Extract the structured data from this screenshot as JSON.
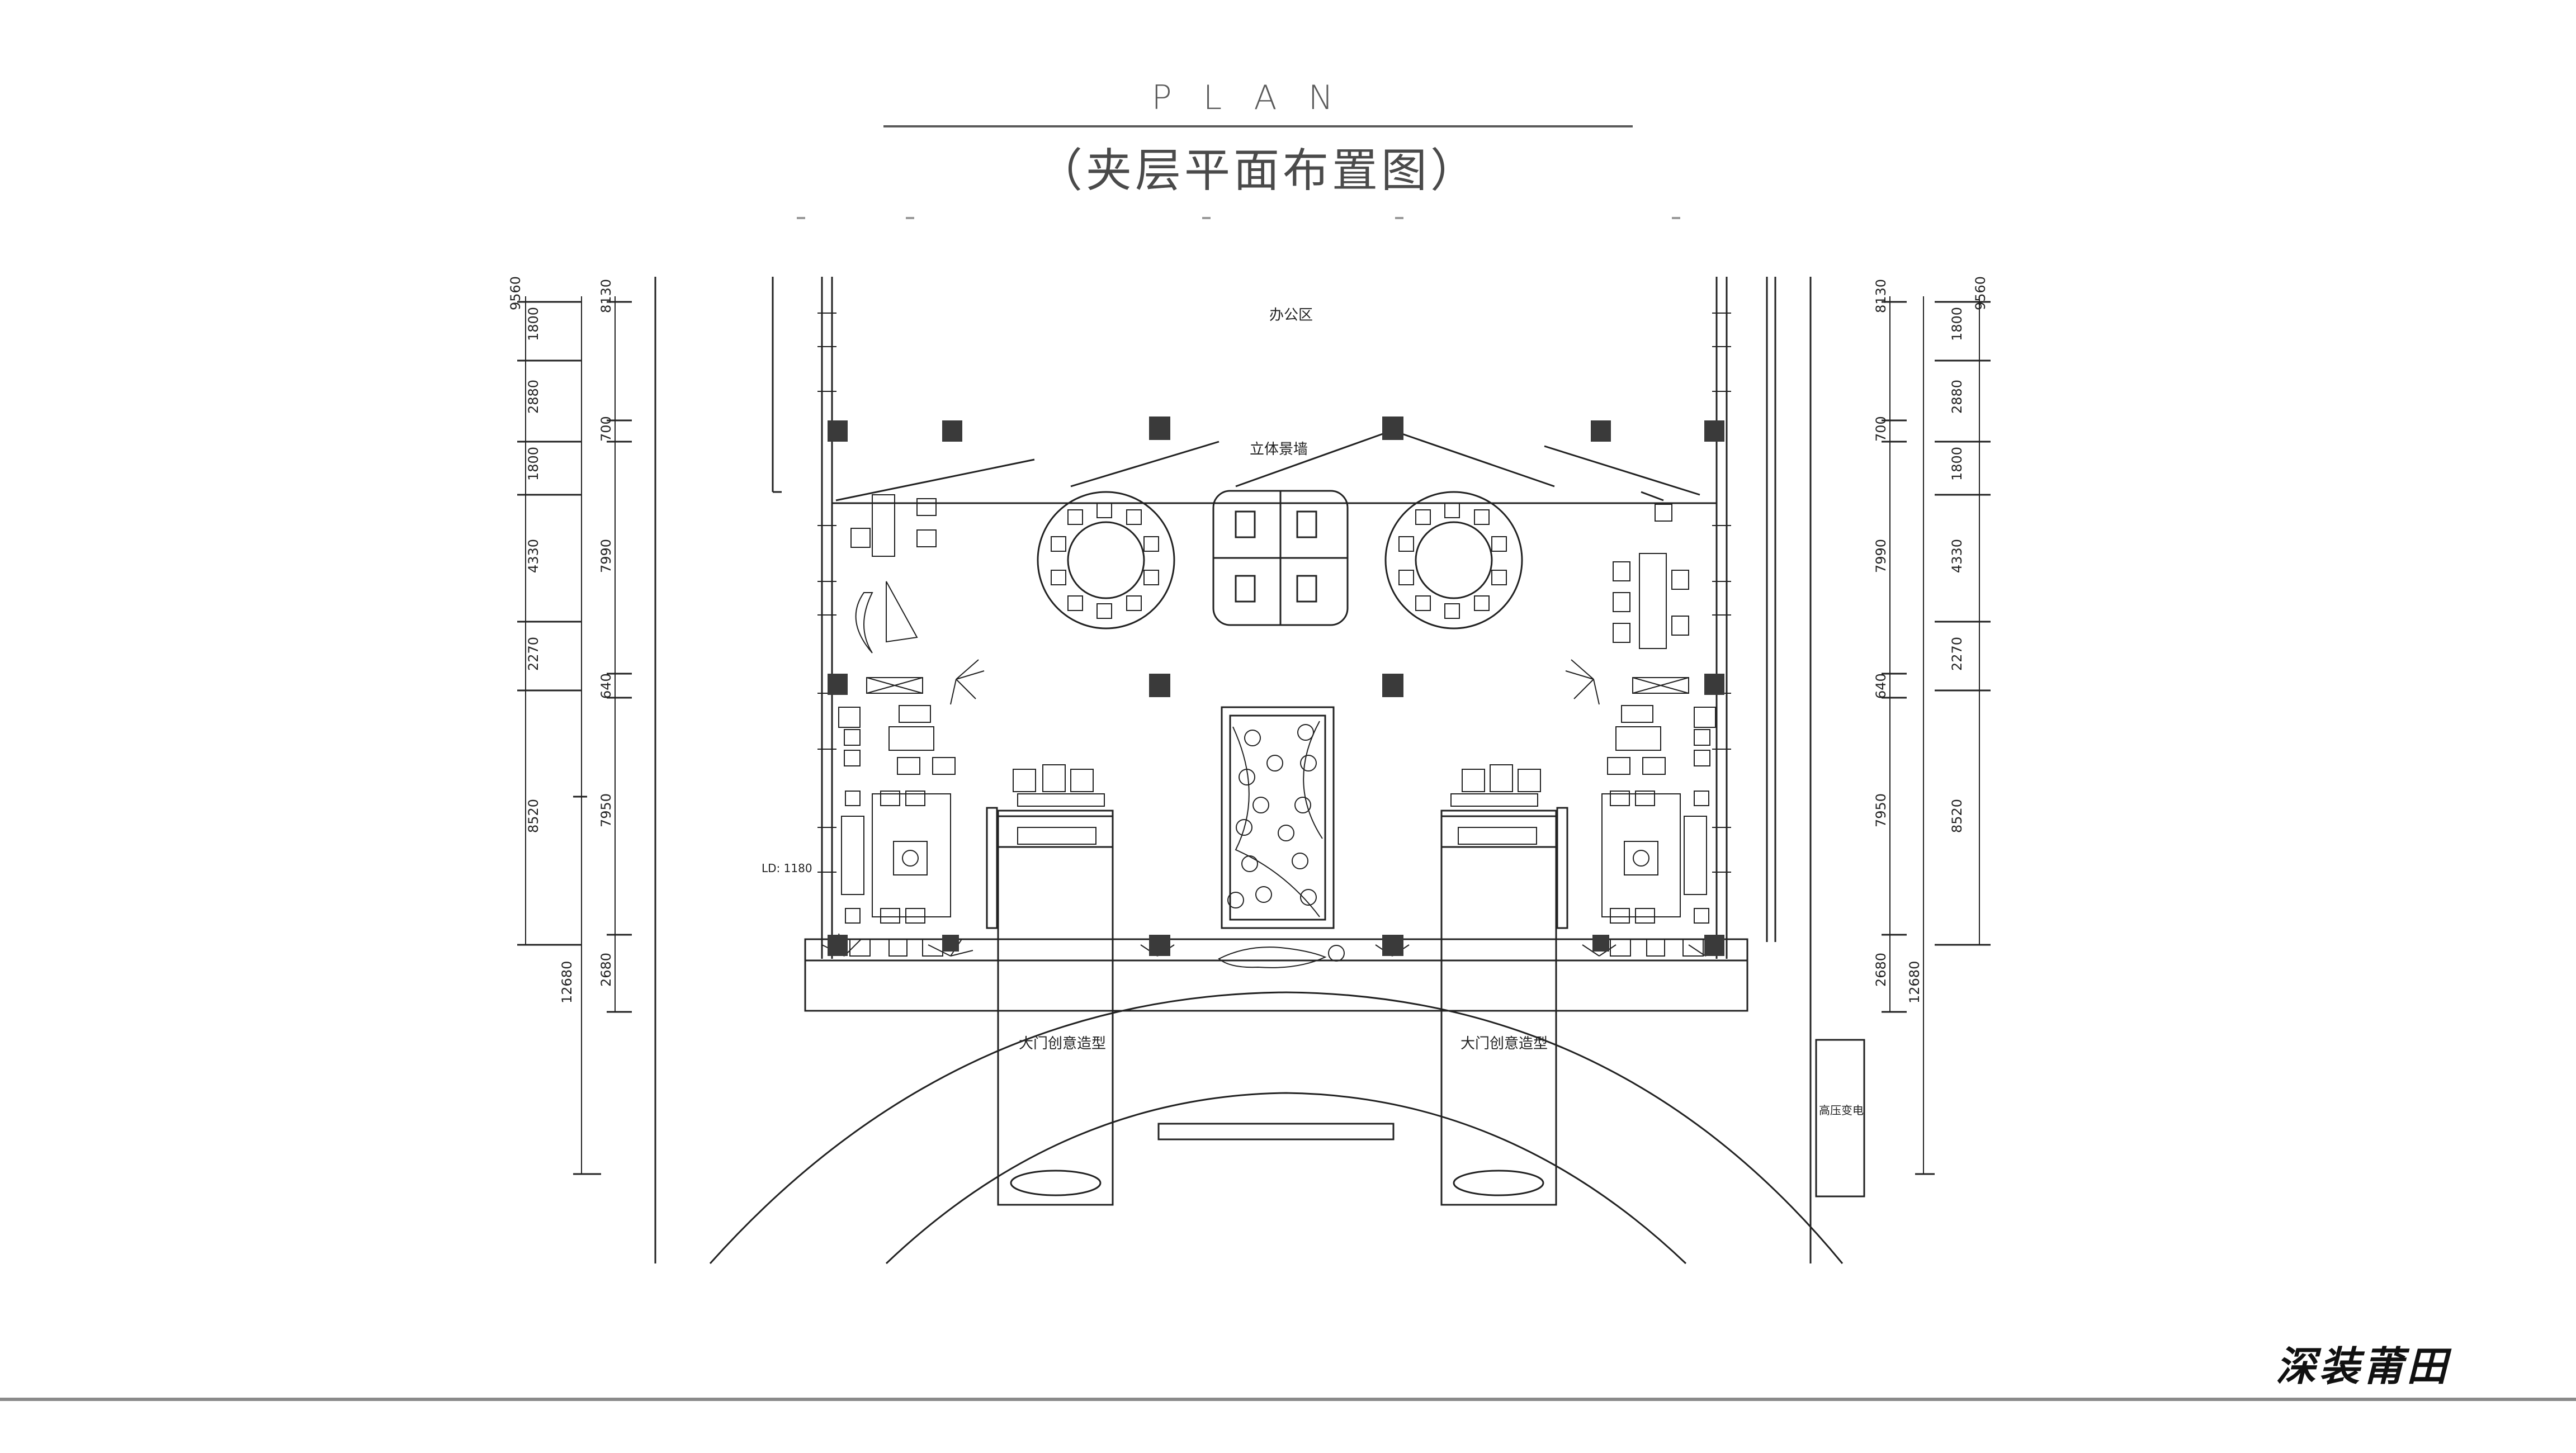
{
  "title": {
    "plan": "PLAN",
    "subtitle": "（夹层平面布置图）"
  },
  "labels": {
    "office_area": "办公区",
    "feature_wall": "立体景墙",
    "gate_left": "大门创意造型",
    "gate_right": "大门创意造型",
    "substation": "高压变电",
    "ld_note": "LD: 1180"
  },
  "dimensions": {
    "left_outer": [
      "9560",
      "1800",
      "2880",
      "1800",
      "4330",
      "2270",
      "8520",
      "12680"
    ],
    "left_inner": [
      "8130",
      "700",
      "7990",
      "640",
      "7950",
      "2680"
    ],
    "right_inner": [
      "8130",
      "700",
      "7990",
      "640",
      "7950",
      "2680",
      "12680"
    ],
    "right_outer": [
      "9560",
      "1800",
      "2880",
      "1800",
      "4330",
      "2270",
      "8520"
    ]
  },
  "signature": "深装莆田",
  "colors": {
    "line": "#222222",
    "column": "#3a3a3a",
    "title": "#4a4a4a",
    "footer_rule": "#8a8a8a"
  }
}
